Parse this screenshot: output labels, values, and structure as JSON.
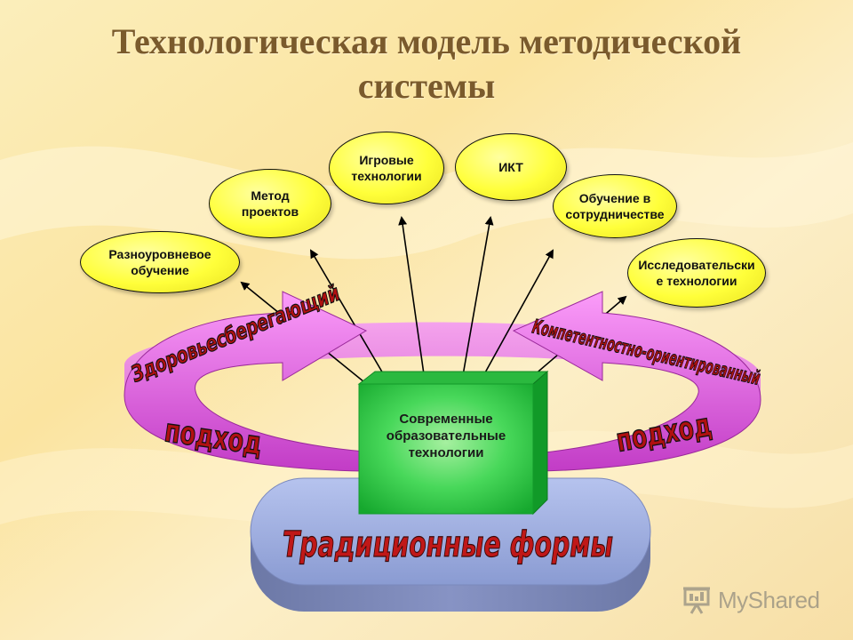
{
  "title": "Технологическая  модель методической системы",
  "bubbles": [
    {
      "text": "Разноуровневое\nобучение"
    },
    {
      "text": "Метод\nпроектов"
    },
    {
      "text": "Игровые\nтехнологии"
    },
    {
      "text": "ИКТ"
    },
    {
      "text": "Обучение в\nсотрудничестве"
    },
    {
      "text": "Исследовательски\nе технологии"
    }
  ],
  "center": {
    "text": "Современные\nобразовательные\nтехнологии"
  },
  "ribbon_left_top": "Здоровьесберегающий",
  "ribbon_left_bottom": "подход",
  "ribbon_right_top": "Компетентностно-ориентированный",
  "ribbon_right_bottom": "подход",
  "base_label": "Традиционные формы",
  "watermark": "MyShared",
  "colors": {
    "bubble_fill": "#ffff3a",
    "box_green": "#2fcf4a",
    "ribbon_pink": "#f070f0",
    "ribbon_purple": "#c040c0",
    "base_blue": "#98a8d8",
    "title_brown": "#7a5a2c",
    "wordart_red": "#b01010"
  }
}
